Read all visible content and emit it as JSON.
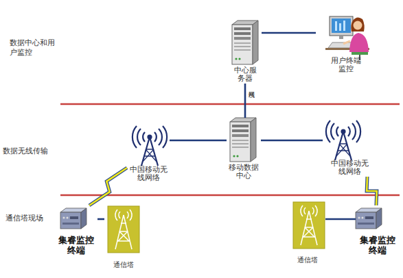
{
  "diagram": {
    "nodes": [
      {
        "text": [
          "中心服务器"
        ]
      },
      {
        "text": [
          "用户终端监控"
        ]
      },
      {
        "text": [
          "移动数据中心"
        ]
      },
      {
        "text": [
          "中国移动无线网络"
        ]
      },
      {
        "text": [
          "中国移动无线网络"
        ]
      },
      {
        "text": [
          "集睿监控终端"
        ]
      },
      {
        "text": [
          "通信塔"
        ]
      },
      {
        "text": [
          "通信塔"
        ]
      },
      {
        "text": [
          "集睿监控终端"
        ]
      }
    ],
    "edges": [
      {
        "from": 0,
        "to": 1,
        "arrow": "none"
      },
      {
        "from": 0,
        "to": 2,
        "label": "网线",
        "arrow": "none"
      },
      {
        "from": 3,
        "to": 2,
        "arrow": "none"
      },
      {
        "from": 2,
        "to": 4,
        "arrow": "none"
      },
      {
        "from": 5,
        "to": 3,
        "arrow": "none"
      },
      {
        "from": 5,
        "to": 6,
        "arrow": "none"
      },
      {
        "from": 7,
        "to": 8,
        "arrow": "none"
      },
      {
        "from": 8,
        "to": 4,
        "arrow": "none"
      }
    ],
    "labels": [
      "数据中心和用户监控",
      "数据无线传输",
      "通信塔现场"
    ]
  }
}
